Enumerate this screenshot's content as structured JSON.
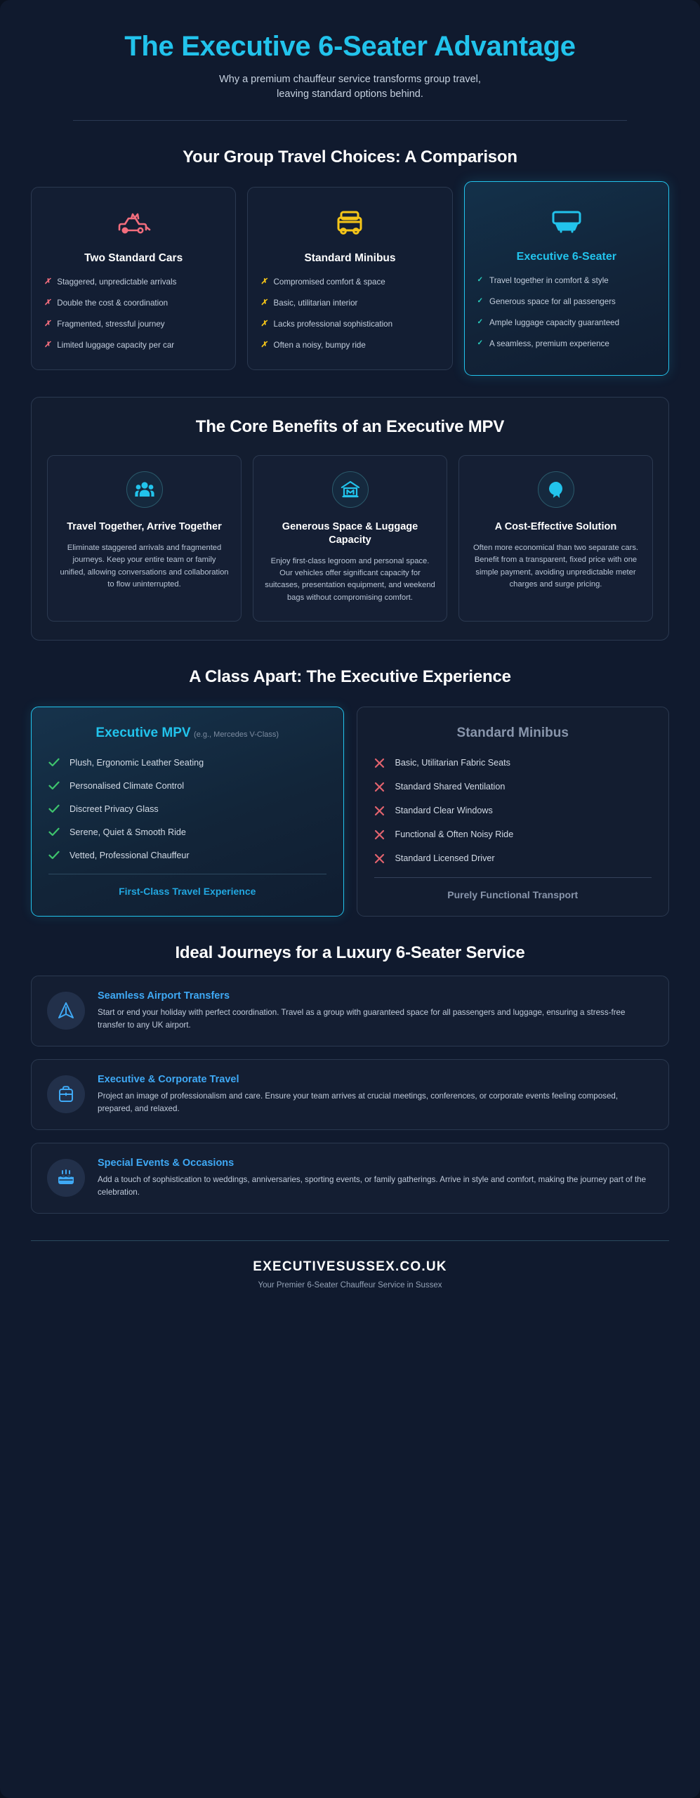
{
  "hero": {
    "title": "The Executive 6-Seater Advantage",
    "subtitle": "Why a premium chauffeur service transforms group travel, leaving standard options behind."
  },
  "comparison": {
    "heading": "Your Group Travel Choices: A Comparison",
    "cards": [
      {
        "icon": "broken-car-icon",
        "accent": "#f26d7d",
        "title": "Two Standard Cars",
        "items": [
          "Staggered, unpredictable arrivals",
          "Double the cost & coordination",
          "Fragmented, stressful journey",
          "Limited luggage capacity per car"
        ]
      },
      {
        "icon": "minibus-icon",
        "accent": "#f5c518",
        "title": "Standard Minibus",
        "items": [
          "Compromised comfort & space",
          "Basic, utilitarian interior",
          "Lacks professional sophistication",
          "Often a noisy, bumpy ride"
        ]
      },
      {
        "icon": "executive-van-icon",
        "accent": "#22c3ec",
        "title": "Executive 6-Seater",
        "items": [
          "Travel together in comfort & style",
          "Generous space for all passengers",
          "Ample luggage capacity guaranteed",
          "A seamless, premium experience"
        ]
      }
    ]
  },
  "benefits": {
    "heading": "The Core Benefits of an Executive MPV",
    "cards": [
      {
        "icon": "group-people-icon",
        "title": "Travel Together, Arrive Together",
        "body": "Eliminate staggered arrivals and fragmented journeys. Keep your entire team or family unified, allowing conversations and collaboration to flow uninterrupted."
      },
      {
        "icon": "luggage-storage-icon",
        "title": "Generous Space & Luggage Capacity",
        "body": "Enjoy first-class legroom and personal space. Our vehicles offer significant capacity for suitcases, presentation equipment, and weekend bags without compromising comfort."
      },
      {
        "icon": "price-tag-icon",
        "title": "A Cost-Effective Solution",
        "body": "Often more economical than two separate cars. Benefit from a transparent, fixed price with one simple payment, avoiding unpredictable meter charges and surge pricing."
      }
    ]
  },
  "class_apart": {
    "heading": "A Class Apart: The Executive Experience",
    "premium": {
      "title": "Executive MPV",
      "subtitle": "(e.g., Mercedes V-Class)",
      "items": [
        "Plush, Ergonomic Leather Seating",
        "Personalised Climate Control",
        "Discreet Privacy Glass",
        "Serene, Quiet & Smooth Ride",
        "Vetted, Professional Chauffeur"
      ],
      "footer": "First-Class Travel Experience"
    },
    "standard": {
      "title": "Standard Minibus",
      "subtitle": "",
      "items": [
        "Basic, Utilitarian Fabric Seats",
        "Standard Shared Ventilation",
        "Standard Clear Windows",
        "Functional & Often Noisy Ride",
        "Standard Licensed Driver"
      ],
      "footer": "Purely Functional Transport"
    }
  },
  "journeys": {
    "heading": "Ideal Journeys for a Luxury 6-Seater Service",
    "cards": [
      {
        "icon": "navigation-arrow-icon",
        "title": "Seamless Airport Transfers",
        "body": "Start or end your holiday with perfect coordination. Travel as a group with guaranteed space for all passengers and luggage, ensuring a stress-free transfer to any UK airport."
      },
      {
        "icon": "briefcase-icon",
        "title": "Executive & Corporate Travel",
        "body": "Project an image of professionalism and care. Ensure your team arrives at crucial meetings, conferences, or corporate events feeling composed, prepared, and relaxed."
      },
      {
        "icon": "celebration-cake-icon",
        "title": "Special Events & Occasions",
        "body": "Add a touch of sophistication to weddings, anniversaries, sporting events, or family gatherings. Arrive in style and comfort, making the journey part of the celebration."
      }
    ]
  },
  "footer": {
    "brand": "EXECUTIVESUSSEX.CO.UK",
    "tagline": "Your Premier 6-Seater Chauffeur Service in Sussex"
  },
  "marks": {
    "cross": "✗",
    "check": "✓"
  },
  "colors": {
    "accent_cyan": "#22c3ec",
    "danger_red": "#f26d7d",
    "warning_yellow": "#f5c518",
    "success_green": "#3ec46d",
    "background": "#101a2e"
  }
}
